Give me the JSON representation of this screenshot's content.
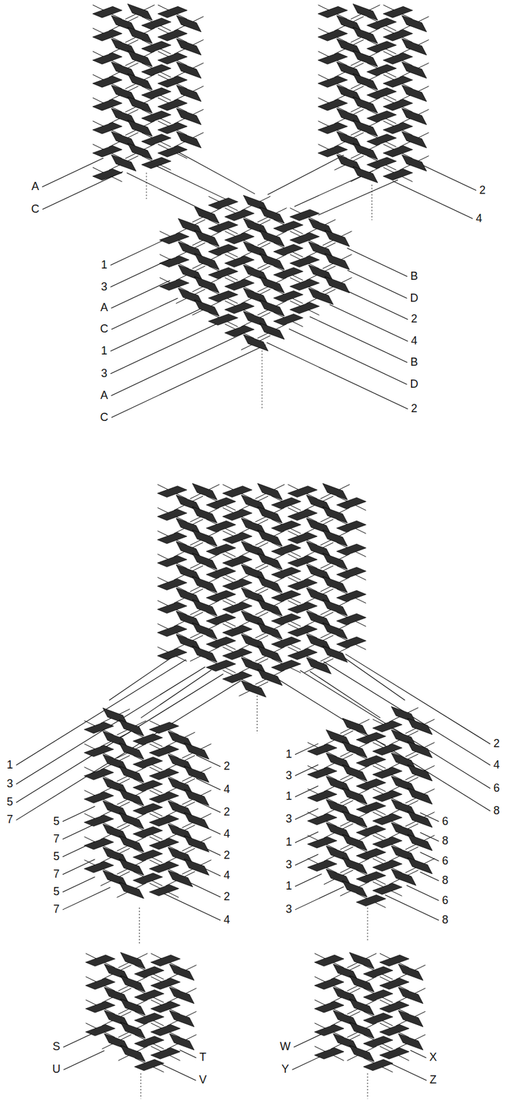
{
  "diagram": {
    "labels": [
      "A",
      "C",
      "2",
      "4",
      "1",
      "3",
      "A",
      "C",
      "1",
      "3",
      "A",
      "C",
      "B",
      "D",
      "2",
      "4",
      "B",
      "D",
      "2",
      "1",
      "3",
      "5",
      "7",
      "2",
      "4",
      "6",
      "8",
      "5",
      "7",
      "5",
      "7",
      "5",
      "7",
      "2",
      "4",
      "2",
      "4",
      "2",
      "4",
      "2",
      "4",
      "1",
      "3",
      "1",
      "3",
      "1",
      "3",
      "1",
      "3",
      "6",
      "8",
      "6",
      "8",
      "6",
      "8",
      "S",
      "U",
      "T",
      "V",
      "W",
      "Y",
      "X",
      "Z"
    ]
  }
}
